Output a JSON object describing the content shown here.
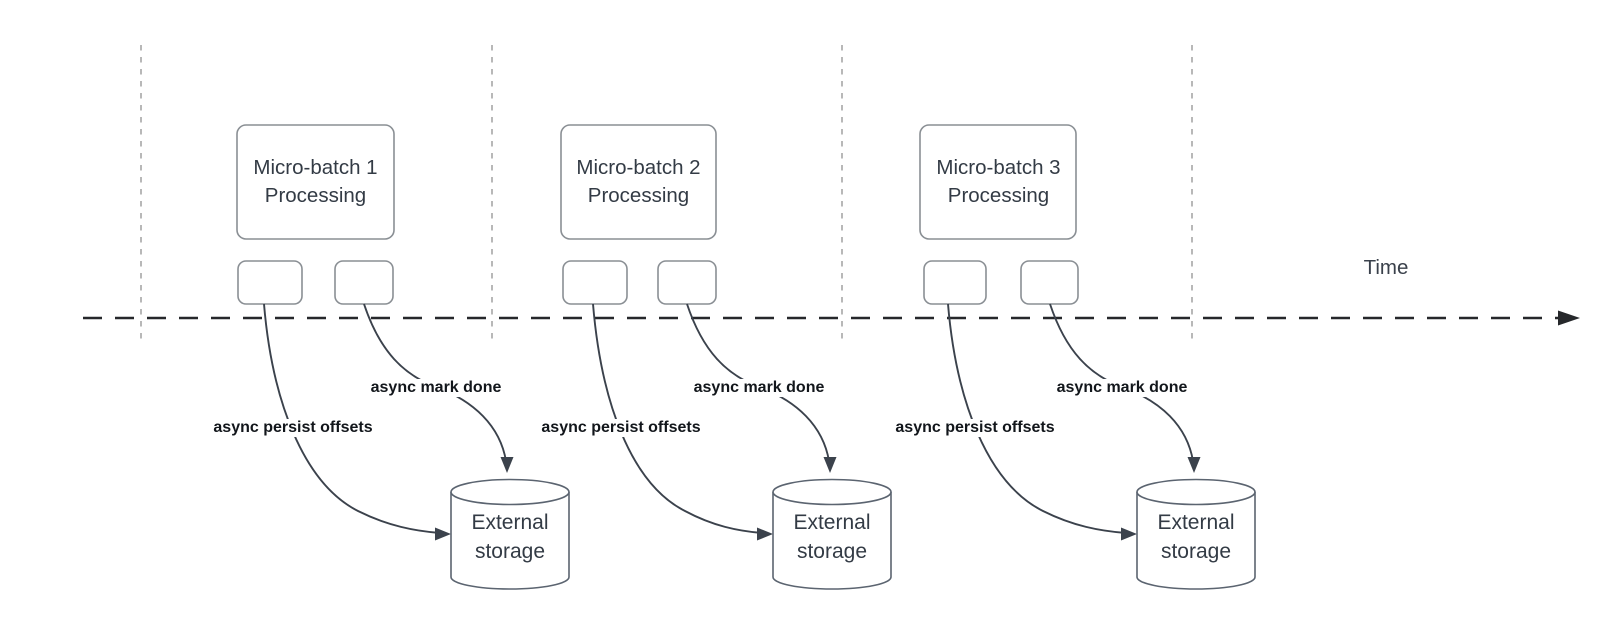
{
  "timeline": {
    "label": "Time"
  },
  "clusters": [
    {
      "batch_label": "Micro-batch 1 Processing",
      "persist_label": "async persist offsets",
      "mark_label": "async mark done",
      "storage_label": "External storage"
    },
    {
      "batch_label": "Micro-batch 2 Processing",
      "persist_label": "async persist offsets",
      "mark_label": "async mark done",
      "storage_label": "External storage"
    },
    {
      "batch_label": "Micro-batch 3 Processing",
      "persist_label": "async persist offsets",
      "mark_label": "async mark done",
      "storage_label": "External storage"
    }
  ],
  "colors": {
    "connector": "#3b424c",
    "timeline_axis": "#26282b",
    "guide_line": "#a6a6a6",
    "box_border": "#8a8f94",
    "cylinder_border": "#5b6470",
    "shape_text": "#333b45",
    "connector_label_text": "#12161b",
    "background": "#ffffff"
  }
}
